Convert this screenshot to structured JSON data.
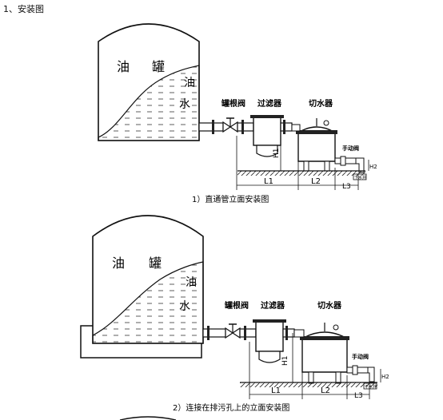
{
  "page": {
    "title": "1、安装图"
  },
  "diagram1": {
    "tank_label_1": "油",
    "tank_label_2": "罐",
    "oil_label": "油",
    "water_label": "水",
    "valve_label": "罐根阀",
    "filter_label": "过滤器",
    "separator_label": "切水器",
    "manual_valve_label": "手动阀",
    "drain_label": "下水井",
    "dim_h1": "H1",
    "dim_h2": "H2",
    "dim_l1": "L1",
    "dim_l2": "L2",
    "dim_l3": "L3",
    "caption": "1）直通管立面安装图"
  },
  "diagram2": {
    "tank_label_1": "油",
    "tank_label_2": "罐",
    "oil_label": "油",
    "water_label": "水",
    "valve_label": "罐根阀",
    "filter_label": "过滤器",
    "separator_label": "切水器",
    "manual_valve_label": "手动阀",
    "drain_label": "下水井",
    "dim_h1": "H1",
    "dim_h2": "H2",
    "dim_l1": "L1",
    "dim_l2": "L2",
    "dim_l3": "L3",
    "caption": "2）连接在排污孔上的立面安装图"
  }
}
